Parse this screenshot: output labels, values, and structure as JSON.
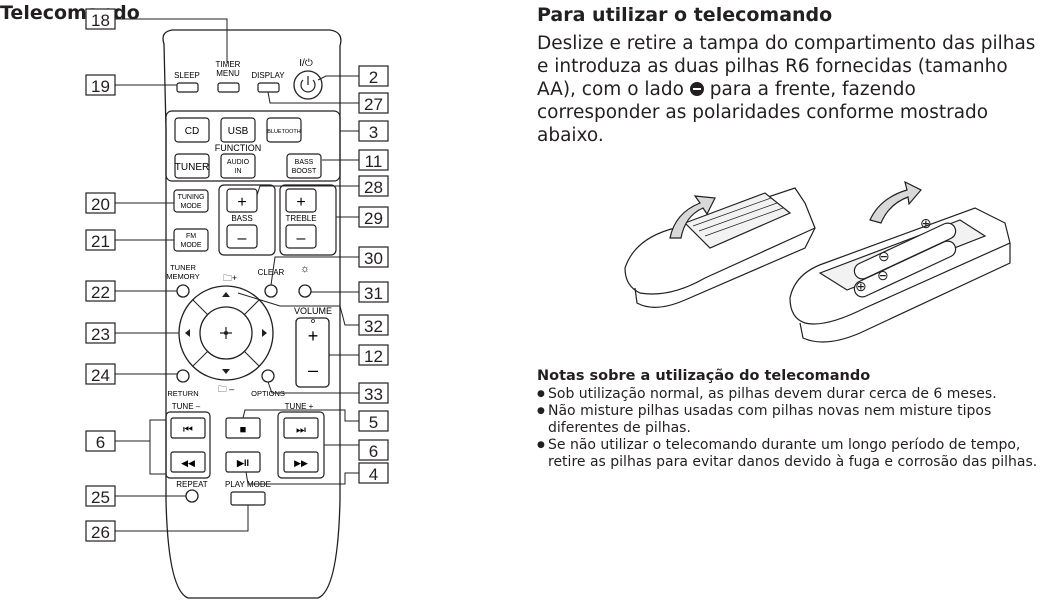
{
  "remote_section": {
    "title": "Telecomando",
    "callouts": [
      {
        "num": "18",
        "target": "TIMER MENU"
      },
      {
        "num": "19",
        "target": "SLEEP"
      },
      {
        "num": "2",
        "target": "I/⏻"
      },
      {
        "num": "27",
        "target": "DISPLAY"
      },
      {
        "num": "3",
        "target": "FUNCTION"
      },
      {
        "num": "11",
        "target": "BASS BOOST"
      },
      {
        "num": "28",
        "target": "BASS +"
      },
      {
        "num": "20",
        "target": "TUNING MODE"
      },
      {
        "num": "29",
        "target": "TREBLE"
      },
      {
        "num": "21",
        "target": "FM MODE"
      },
      {
        "num": "30",
        "target": "CLEAR"
      },
      {
        "num": "22",
        "target": "TUNER MEMORY"
      },
      {
        "num": "31",
        "target": "dimmer"
      },
      {
        "num": "32",
        "target": "folder +"
      },
      {
        "num": "23",
        "target": "directional pad"
      },
      {
        "num": "12",
        "target": "VOLUME"
      },
      {
        "num": "24",
        "target": "RETURN"
      },
      {
        "num": "33",
        "target": "OPTIONS"
      },
      {
        "num": "5",
        "target": "stop"
      },
      {
        "num": "6",
        "target": "TUNE– / skip back"
      },
      {
        "num": "6",
        "target": "TUNE+ / skip forward"
      },
      {
        "num": "4",
        "target": "play/pause"
      },
      {
        "num": "25",
        "target": "REPEAT"
      },
      {
        "num": "26",
        "target": "PLAY MODE"
      }
    ],
    "labels": {
      "timer_menu_1": "TIMER",
      "timer_menu_2": "MENU",
      "sleep": "SLEEP",
      "display": "DISPLAY",
      "power": "I/⏻",
      "cd": "CD",
      "usb": "USB",
      "bluetooth": "BLUETOOTH",
      "function": "FUNCTION",
      "tuner": "TUNER",
      "audio_in_1": "AUDIO",
      "audio_in_2": "IN",
      "bass_boost_1": "BASS",
      "bass_boost_2": "BOOST",
      "tuning_mode_1": "TUNING",
      "tuning_mode_2": "MODE",
      "fm_mode_1": "FM",
      "fm_mode_2": "MODE",
      "bass": "BASS",
      "treble": "TREBLE",
      "plus": "+",
      "minus": "–",
      "tuner_memory_1": "TUNER",
      "tuner_memory_2": "MEMORY",
      "folder_plus": "🗀+",
      "folder_minus": "🗀 –",
      "clear": "CLEAR",
      "dimmer": "☼",
      "volume": "VOLUME",
      "return": "RETURN",
      "options": "OPTIONS",
      "tune_minus": "TUNE –",
      "tune_plus": "TUNE +",
      "repeat": "REPEAT",
      "play_mode": "PLAY MODE",
      "skip_back": "⏮",
      "skip_fwd": "⏭",
      "rewind": "◀◀",
      "ffwd": "▶▶",
      "stop": "■",
      "play_pause": "▶II"
    }
  },
  "usage_section": {
    "title": "Para utilizar o telecomando",
    "paragraph_before_icon": "Deslize e retire a tampa do compartimento das pilhas e introduza as duas pilhas R6 fornecidas (tamanho AA), com o lado ",
    "paragraph_after_icon": " para a frente, fazendo corresponder as polaridades conforme mostrado abaixo."
  },
  "notes_section": {
    "title": "Notas sobre a utilização do telecomando",
    "items": [
      "Sob utilização normal, as pilhas devem durar cerca de 6 meses.",
      "Não misture pilhas usadas com pilhas novas nem misture tipos diferentes de pilhas.",
      "Se não utilizar o telecomando durante um longo período de tempo, retire as pilhas para evitar danos devido à fuga e corrosão das pilhas."
    ]
  },
  "battery_illustration": {
    "polarity_plus": "⊕",
    "polarity_minus": "⊖"
  }
}
